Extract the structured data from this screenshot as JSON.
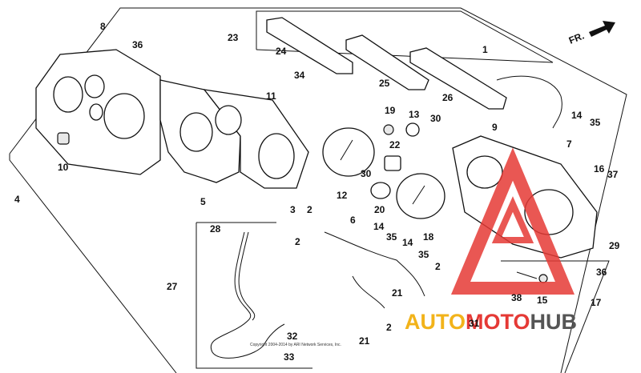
{
  "direction_label": "FR.",
  "watermark": {
    "part1": "AUTO",
    "part2": "MOTO",
    "part3": "HUB",
    "color1": "#f2b31a",
    "color2": "#e53935",
    "color3": "#555555"
  },
  "copyright": "Copyright 2004-2014 by ARI Network Services, Inc.",
  "callouts": {
    "c1": "1",
    "c2a": "2",
    "c2b": "2",
    "c2c": "2",
    "c2d": "2",
    "c3": "3",
    "c4": "4",
    "c5": "5",
    "c6": "6",
    "c7": "7",
    "c8": "8",
    "c9": "9",
    "c10": "10",
    "c11": "11",
    "c12": "12",
    "c13": "13",
    "c14a": "14",
    "c14b": "14",
    "c14c": "14",
    "c15": "15",
    "c16": "16",
    "c17": "17",
    "c18": "18",
    "c19": "19",
    "c20": "20",
    "c21a": "21",
    "c21b": "21",
    "c22": "22",
    "c23": "23",
    "c24": "24",
    "c25": "25",
    "c26": "26",
    "c27": "27",
    "c28": "28",
    "c29": "29",
    "c30a": "30",
    "c30b": "30",
    "c31": "31",
    "c32": "32",
    "c33": "33",
    "c34": "34",
    "c35a": "35",
    "c35b": "35",
    "c35c": "35",
    "c36a": "36",
    "c36b": "36",
    "c37": "37",
    "c38": "38"
  }
}
